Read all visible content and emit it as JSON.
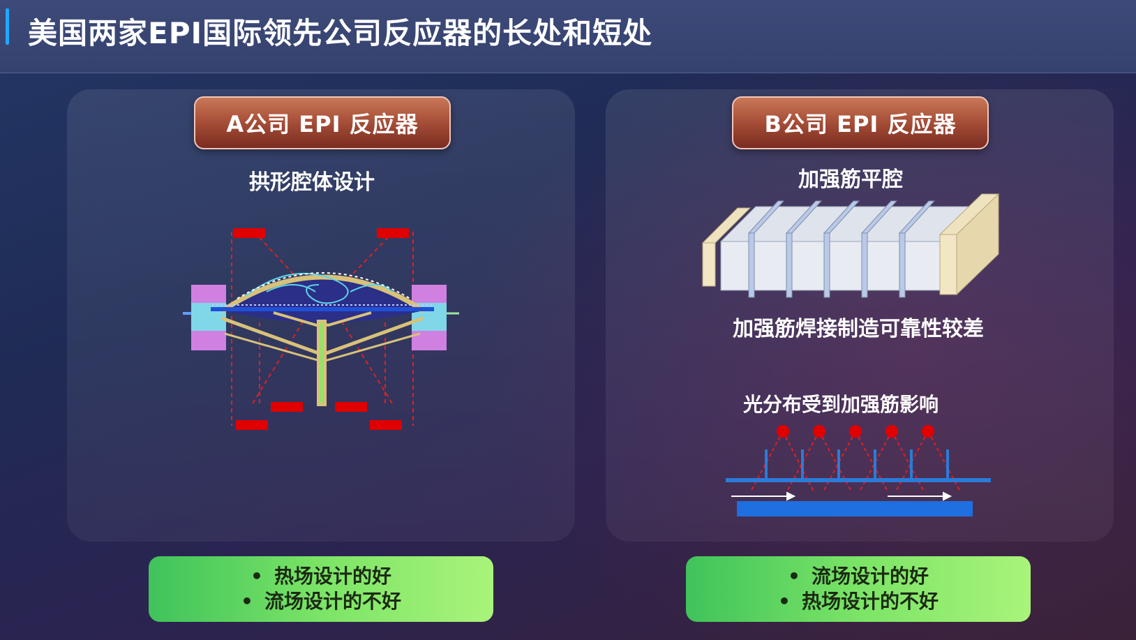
{
  "header": {
    "title": "美国两家EPI国际领先公司反应器的长处和短处"
  },
  "left": {
    "tag": "A公司 EPI 反应器",
    "subtitle": "拱形腔体设计",
    "pros_cons": [
      "热场设计的好",
      "流场设计的不好"
    ]
  },
  "right": {
    "tag": "B公司 EPI 反应器",
    "subtitle": "加强筋平腔",
    "note": "加强筋焊接制造可靠性较差",
    "light_caption": "光分布受到加强筋影响",
    "pros_cons": [
      "流场设计的好",
      "热场设计的不好"
    ]
  },
  "colors": {
    "accent_bar": "#1fa8ff",
    "tag_fill": "#a9513a",
    "green_box": "#7be466",
    "lamp_red": "#e00000",
    "plate_blue": "#1e6fe0"
  },
  "icons": [
    "arched-chamber-diagram",
    "ribbed-flat-chamber-diagram",
    "light-distribution-diagram"
  ]
}
